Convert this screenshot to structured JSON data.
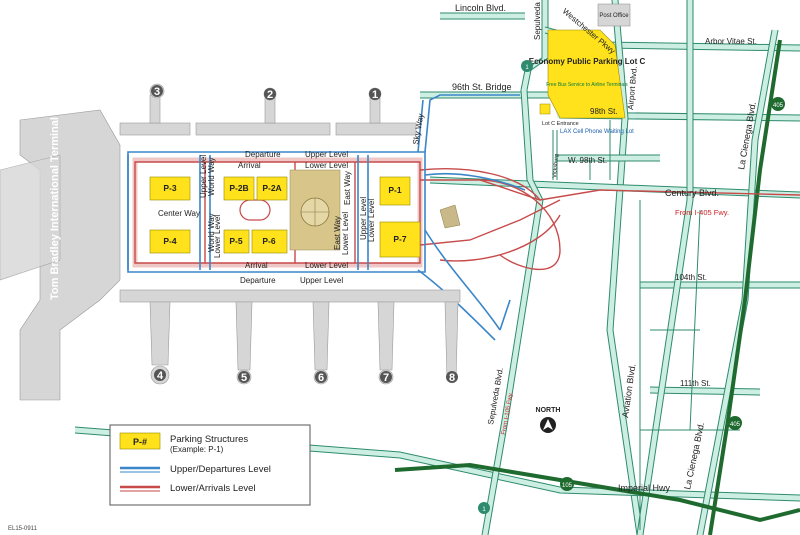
{
  "map": {
    "terminal_label": "Tom Bradley International Terminal",
    "terminals": [
      "3",
      "2",
      "1",
      "4",
      "5",
      "6",
      "7",
      "8"
    ],
    "parking": [
      "P-3",
      "P-4",
      "P-2B",
      "P-2A",
      "P-5",
      "P-6",
      "P-1",
      "P-7"
    ],
    "inner_roads": {
      "departure_top": "Departure",
      "upper_level_top": "Upper Level",
      "arrival": "Arrival",
      "lower_level": "Lower Level",
      "departure_bottom": "Departure",
      "upper_level_bottom": "Upper Level",
      "center_way": "Center Way",
      "world_way": "World Way",
      "east_way": "East Way",
      "upper_side": "Upper Level",
      "lower_side": "Lower Level",
      "lower_side2": "Lower Level",
      "world_way2": "World Way",
      "east_way2": "East Way",
      "upper_right": "Upper Level",
      "lower_right": "Lower Level"
    },
    "streets": {
      "lincoln": "Lincoln Blvd.",
      "sepulveda_top": "Sepulveda Blvd.",
      "westchester": "Westchester Pkwy",
      "post_office": "Post Office",
      "arbor_vitae": "Arbor Vitae St.",
      "economy_lot": "Economy Public Parking Lot C",
      "free_bus": "Free Bus Service to Airline Terminals",
      "airport_blvd": "Airport Blvd.",
      "la_cienega_top": "La Cienega Blvd.",
      "sky_way": "Sky Way",
      "bridge_96th": "96th St. Bridge",
      "st_98th": "98th St.",
      "lot_c_entrance": "Lot C Entrance",
      "cell_phone_lot": "LAX Cell Phone Waiting Lot",
      "w_98th": "W. 98th St.",
      "vicksburg": "Vicksburg",
      "century": "Century Blvd.",
      "from_405": "From I-405 Fwy.",
      "st_104th": "104th St.",
      "st_111th": "111th St.",
      "sepulveda_bottom": "Sepulveda Blvd.",
      "from_105": "From I-105 Fwy.",
      "north": "NORTH",
      "aviation": "Aviation Blvd.",
      "la_cienega_bottom": "La Cienega Blvd.",
      "imperial": "Imperial Hwy"
    },
    "shields": {
      "i405_top": "405",
      "i405_bottom": "405",
      "i105": "105",
      "sr1_top": "1",
      "sr1_bottom": "1"
    },
    "colors": {
      "upper": "#3a86c8",
      "lower": "#c84a4a",
      "parking": "#ffe21b",
      "freeway": "#1f6b2f",
      "street": "#2e8b6e"
    }
  },
  "legend": {
    "swatch": "P-#",
    "parking_title": "Parking Structures",
    "parking_example": "(Example: P-1)",
    "upper": "Upper/Departures Level",
    "lower": "Lower/Arrivals Level"
  },
  "code": "EL15-0911"
}
